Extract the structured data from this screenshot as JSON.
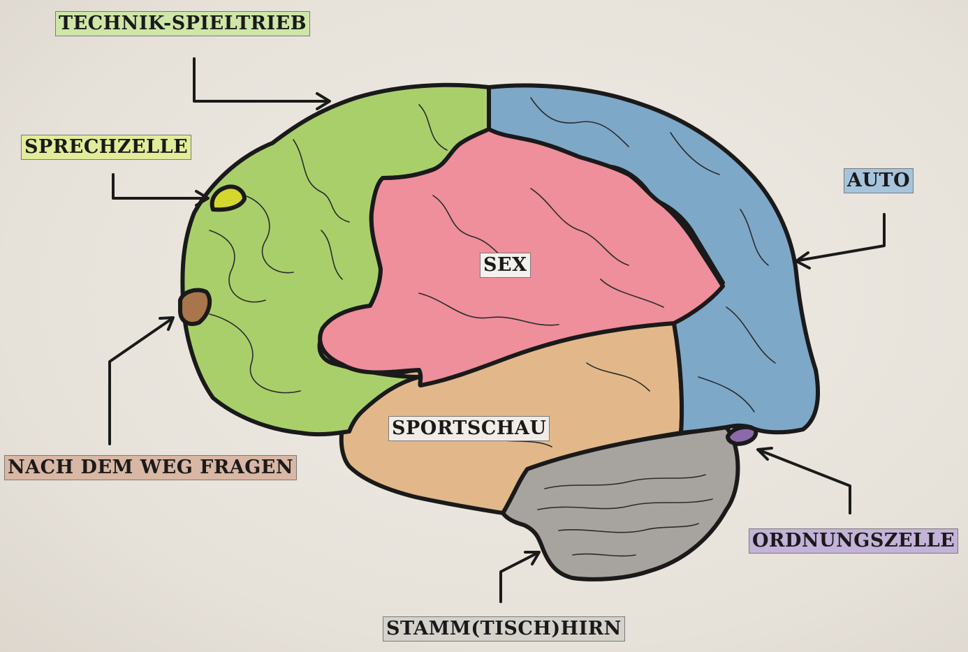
{
  "labels": {
    "technik": "TECHNIK-SPIELTRIEB",
    "sprechzelle": "SPRECHZELLE",
    "nach_dem_weg": "NACH DEM WEG FRAGEN",
    "auto": "AUTO",
    "sex": "SEX",
    "sportschau": "SPORTSCHAU",
    "ordnungszelle": "ORDNUNGSZELLE",
    "stammhirn": "STAMM(TISCH)HIRN"
  },
  "colors": {
    "frontal": "#a9cf6b",
    "parietal": "#7ea8c8",
    "central": "#ee8f9b",
    "temporal": "#e2b88a",
    "cerebellum": "#a7a4a0",
    "speech_spot": "#d4d82e",
    "direction_spot": "#a8754c",
    "order_spot": "#8a6aa8",
    "outline": "#1a1a1a",
    "label_technik_bg": "#cfe6a8",
    "label_sprechzelle_bg": "#e2ec9a",
    "label_nach_bg": "#d8b7a4",
    "label_auto_bg": "#a6c4dc",
    "label_sex_bg": "#f4f1ec",
    "label_sportschau_bg": "#f1ede6",
    "label_ordnungszelle_bg": "#c4b3d8",
    "label_stammhirn_bg": "#d5d2cc"
  }
}
